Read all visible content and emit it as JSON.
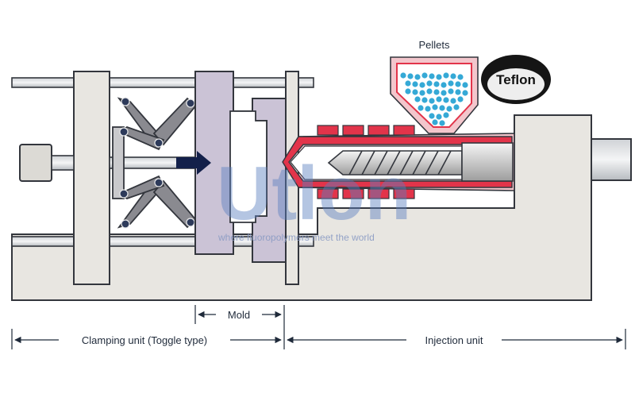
{
  "diagram": {
    "labels": {
      "pellets": "Pellets",
      "mold": "Mold",
      "clamping_unit": "Clamping unit (Toggle type)",
      "injection_unit": "Injection unit"
    },
    "badge": {
      "text": "Teflon"
    },
    "watermark": {
      "logo": "Utlon",
      "tagline": "where fluoropolymers meet the world"
    },
    "colors": {
      "frame": "#e8e6e1",
      "outline": "#33363d",
      "platen": "#cbc3d6",
      "heater_red": "#e2344a",
      "barrel_pink": "#f3c6cc",
      "pellet_blue": "#35a9d6",
      "arrow_navy": "#13204a"
    }
  }
}
